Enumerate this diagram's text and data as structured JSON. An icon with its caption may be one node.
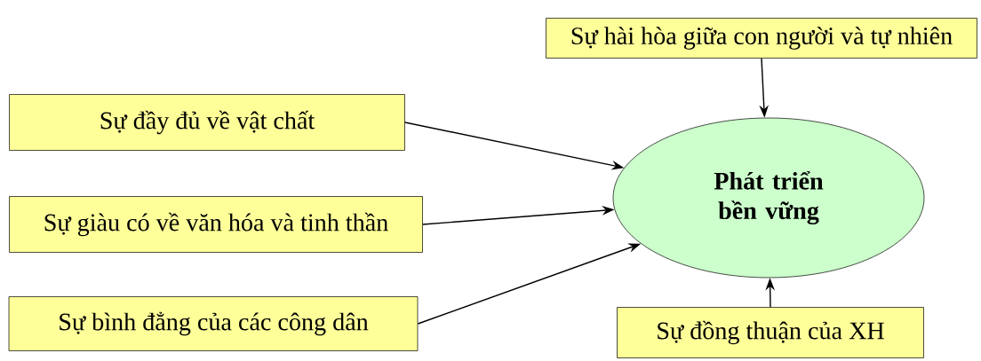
{
  "diagram": {
    "nodes": [
      {
        "text": [
          "Sự hài hòa giữa con người và tự nhiên"
        ]
      },
      {
        "text": [
          "Sự đầy đủ về vật chất"
        ]
      },
      {
        "text": [
          "Sự giàu có về văn hóa và tinh thần"
        ]
      },
      {
        "text": [
          "Sự bình đẳng của các công dân"
        ]
      },
      {
        "text": [
          "Phát triển bền vững"
        ]
      },
      {
        "text": [
          "Sự đồng thuận của XH"
        ]
      }
    ],
    "edges": [
      {
        "from": 0,
        "to": 4,
        "arrow": "to"
      },
      {
        "from": 1,
        "to": 4,
        "arrow": "to"
      },
      {
        "from": 2,
        "to": 4,
        "arrow": "to"
      },
      {
        "from": 3,
        "to": 4,
        "arrow": "to"
      },
      {
        "from": 5,
        "to": 4,
        "arrow": "to"
      }
    ]
  }
}
